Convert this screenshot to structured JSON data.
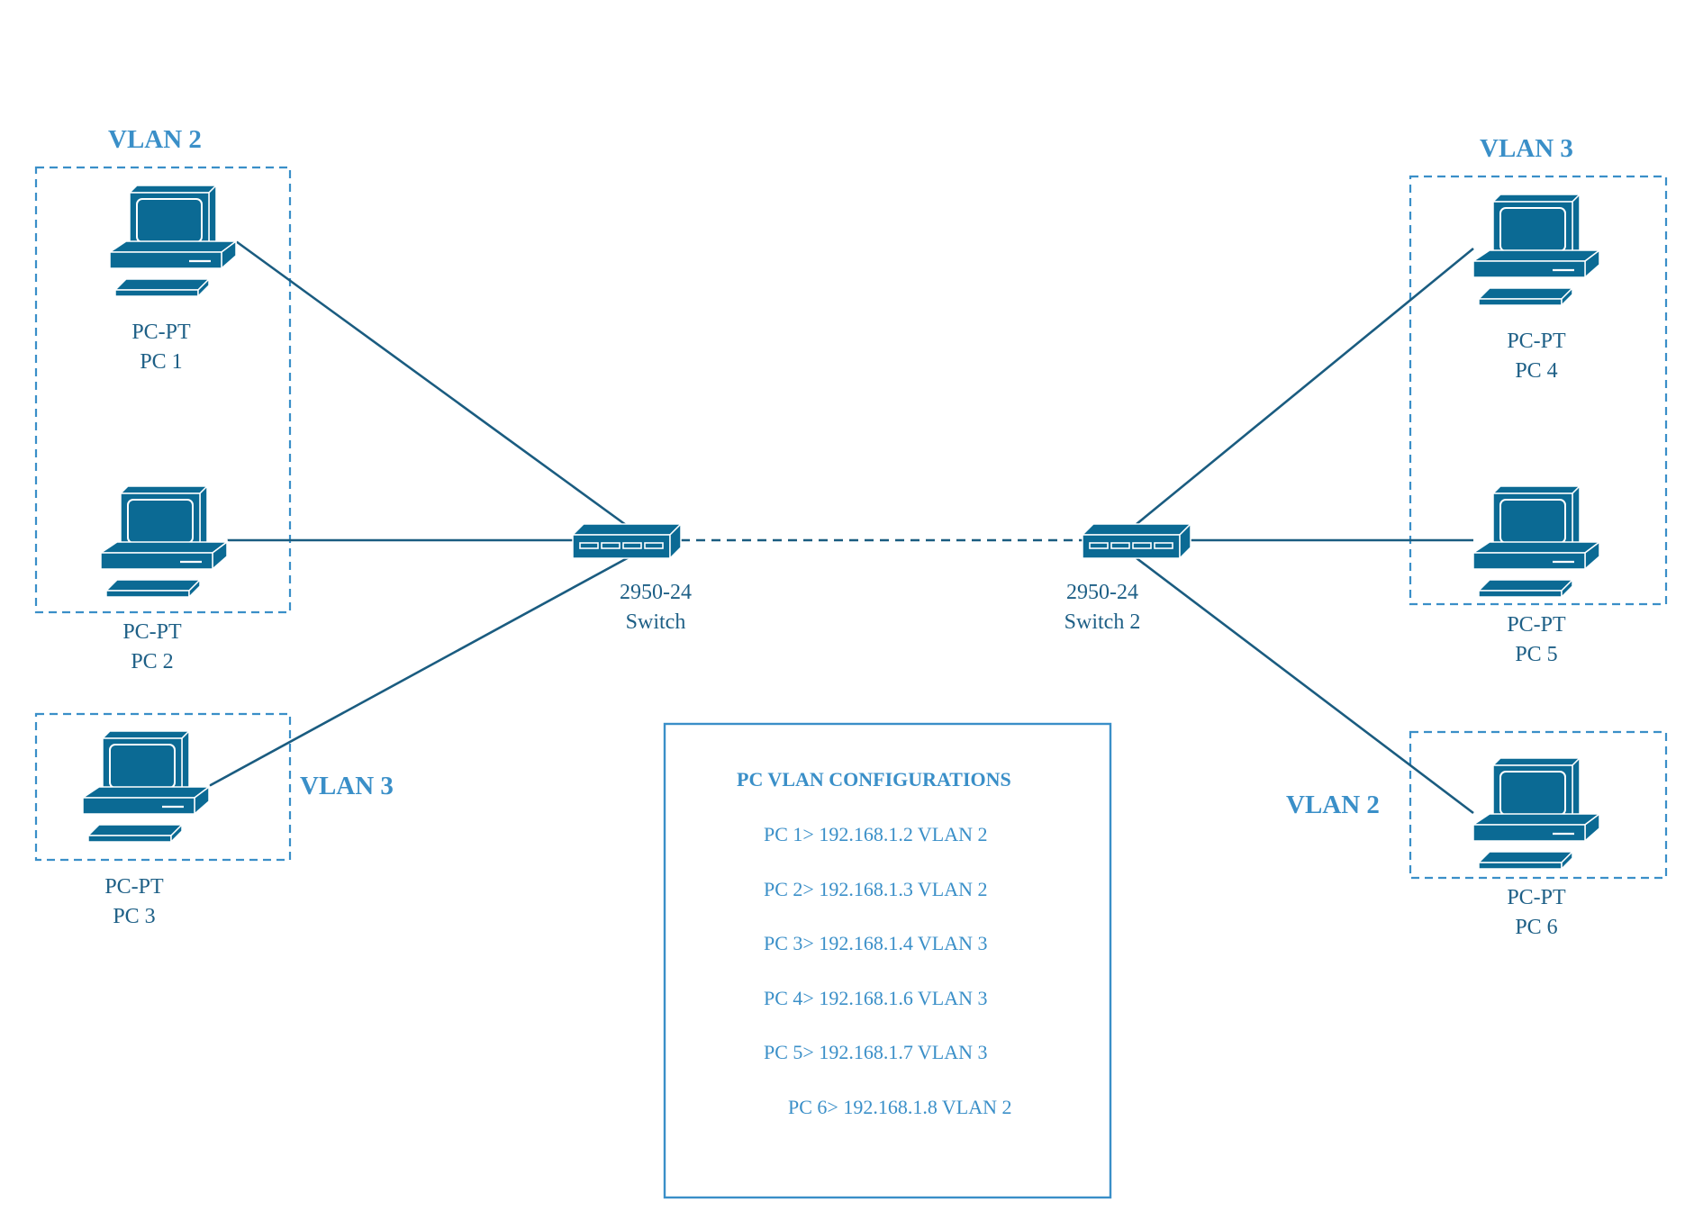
{
  "colors": {
    "device_fill": "#0b6a94",
    "device_stroke": "#ffffff",
    "link": "#1a5c80",
    "vlan_accent": "#3a8fc8",
    "label_text": "#1d5f86"
  },
  "vlan_groups": [
    {
      "id": "left-top",
      "label": "VLAN 2"
    },
    {
      "id": "left-bottom",
      "label": "VLAN 3"
    },
    {
      "id": "right-top",
      "label": "VLAN 3"
    },
    {
      "id": "right-bottom",
      "label": "VLAN 2"
    }
  ],
  "pcs": [
    {
      "id": "pc1",
      "type": "PC-PT",
      "name": "PC 1",
      "icon": "desktop-pc-icon"
    },
    {
      "id": "pc2",
      "type": "PC-PT",
      "name": "PC 2",
      "icon": "desktop-pc-icon"
    },
    {
      "id": "pc3",
      "type": "PC-PT",
      "name": "PC 3",
      "icon": "desktop-pc-icon"
    },
    {
      "id": "pc4",
      "type": "PC-PT",
      "name": "PC 4",
      "icon": "desktop-pc-icon"
    },
    {
      "id": "pc5",
      "type": "PC-PT",
      "name": "PC 5",
      "icon": "desktop-pc-icon"
    },
    {
      "id": "pc6",
      "type": "PC-PT",
      "name": "PC 6",
      "icon": "desktop-pc-icon"
    }
  ],
  "switches": [
    {
      "id": "sw1",
      "model": "2950-24",
      "name": "Switch",
      "icon": "network-switch-icon"
    },
    {
      "id": "sw2",
      "model": "2950-24",
      "name": "Switch 2",
      "icon": "network-switch-icon"
    }
  ],
  "links": [
    {
      "from": "pc1",
      "to": "sw1",
      "style": "solid"
    },
    {
      "from": "pc2",
      "to": "sw1",
      "style": "solid"
    },
    {
      "from": "pc3",
      "to": "sw1",
      "style": "solid"
    },
    {
      "from": "sw1",
      "to": "sw2",
      "style": "dashed"
    },
    {
      "from": "sw2",
      "to": "pc4",
      "style": "solid"
    },
    {
      "from": "sw2",
      "to": "pc5",
      "style": "solid"
    },
    {
      "from": "sw2",
      "to": "pc6",
      "style": "solid"
    }
  ],
  "config_box": {
    "title": "PC VLAN CONFIGURATIONS",
    "lines": [
      "PC 1> 192.168.1.2 VLAN 2",
      "PC 2> 192.168.1.3 VLAN 2",
      "PC 3> 192.168.1.4 VLAN 3",
      "PC 4> 192.168.1.6 VLAN 3",
      "PC 5> 192.168.1.7 VLAN 3",
      "PC 6> 192.168.1.8 VLAN 2"
    ]
  }
}
